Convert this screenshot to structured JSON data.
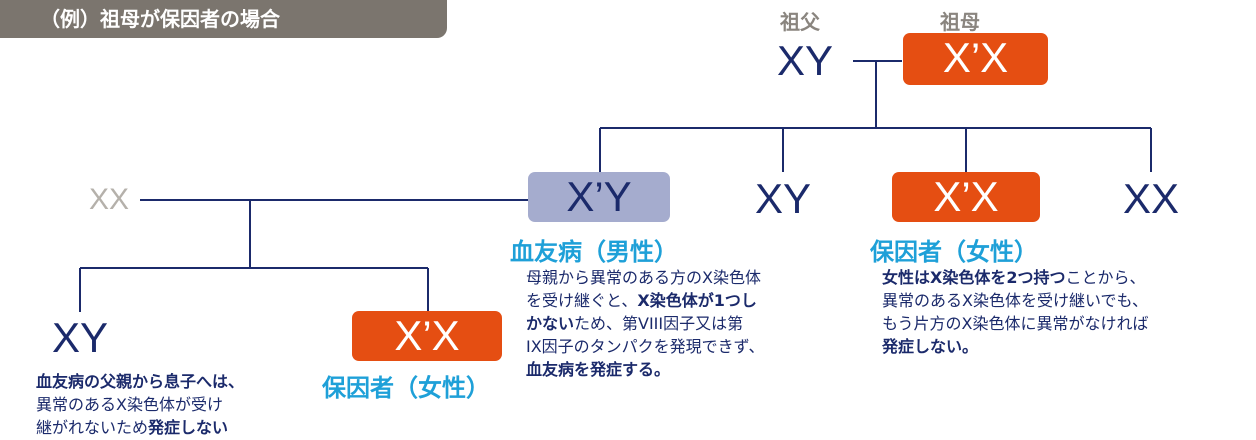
{
  "title": "（例）祖母が保因者の場合",
  "grandfather": {
    "label": "祖父",
    "genotype": "XY"
  },
  "grandmother": {
    "label": "祖母",
    "genotype": "X’X"
  },
  "children": [
    {
      "genotype": "X’Y"
    },
    {
      "genotype": "XY"
    },
    {
      "genotype": "X’X"
    },
    {
      "genotype": "XX"
    }
  ],
  "spouse": {
    "genotype": "XX"
  },
  "grandchildren": [
    {
      "genotype": "XY"
    },
    {
      "genotype": "X’X"
    }
  ],
  "hemophilia_male": {
    "heading": "血友病（男性）",
    "l1": "母親から異常のある方のX染色体",
    "l2a": "を受け継ぐと、",
    "l2b": "X染色体が1つし",
    "l3a": "かない",
    "l3b": "ため、第VIII因子又は第",
    "l4": "IX因子のタンパクを発現できず、",
    "l5": "血友病を発症する。"
  },
  "carrier_female": {
    "heading": "保因者（女性）",
    "l1a": "女性はX染色体を2つ持つ",
    "l1b": "ことから、",
    "l2": "異常のあるX染色体を受け継いでも、",
    "l3": "もう片方のX染色体に異常がなければ",
    "l4": "発症しない。"
  },
  "grandchild_note": {
    "heading": "保因者（女性）",
    "l1": "血友病の父親から息子へは、",
    "l2": "異常のあるX染色体が受け",
    "l3a": "継がれないため",
    "l3b": "発症しない"
  },
  "colors": {
    "navy": "#1b2a6b",
    "orange": "#e54e12",
    "lavender": "#a5acce",
    "cyan": "#1ea0d8",
    "title_bg": "#7b756e"
  }
}
